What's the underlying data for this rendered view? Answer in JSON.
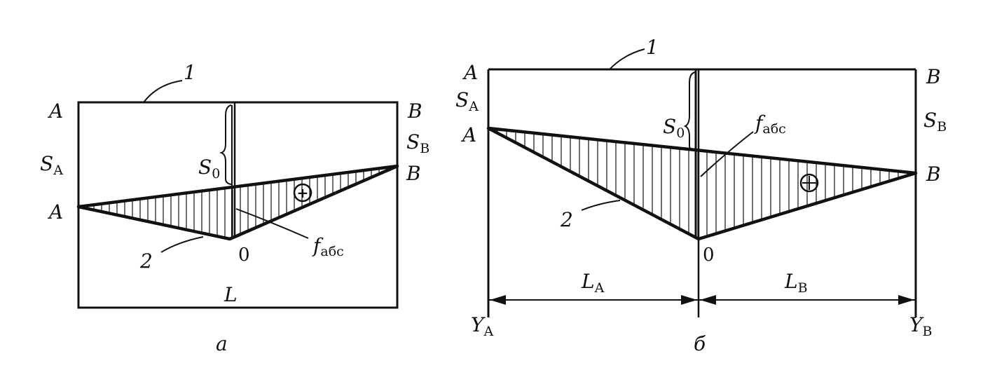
{
  "diagram_a": {
    "caption": "а",
    "labels": {
      "A_top": "A",
      "B_top": "B",
      "S_A": "S",
      "S_A_sub": "A",
      "S_B": "S",
      "S_B_sub": "B",
      "A_low": "A",
      "B_low": "B",
      "S_0": "S",
      "S_0_sub": "0",
      "zero": "0",
      "line1": "1",
      "line2": "2",
      "f": "f",
      "f_sub": "абс",
      "L": "L",
      "plus": "+"
    }
  },
  "diagram_b": {
    "caption": "б",
    "labels": {
      "A_top": "A",
      "B_top": "B",
      "S_A": "S",
      "S_A_sub": "A",
      "S_B": "S",
      "S_B_sub": "B",
      "A_low": "A",
      "B_low": "B",
      "S_0": "S",
      "S_0_sub": "0",
      "zero": "0",
      "line1": "1",
      "line2": "2",
      "f": "f",
      "f_sub": "абс",
      "L_A": "L",
      "L_A_sub": "A",
      "L_B": "L",
      "L_B_sub": "B",
      "Y_A": "Y",
      "Y_A_sub": "A",
      "Y_B": "Y",
      "Y_B_sub": "B",
      "plus": "+"
    }
  },
  "colors": {
    "ink": "#111111",
    "paper": "#ffffff"
  }
}
